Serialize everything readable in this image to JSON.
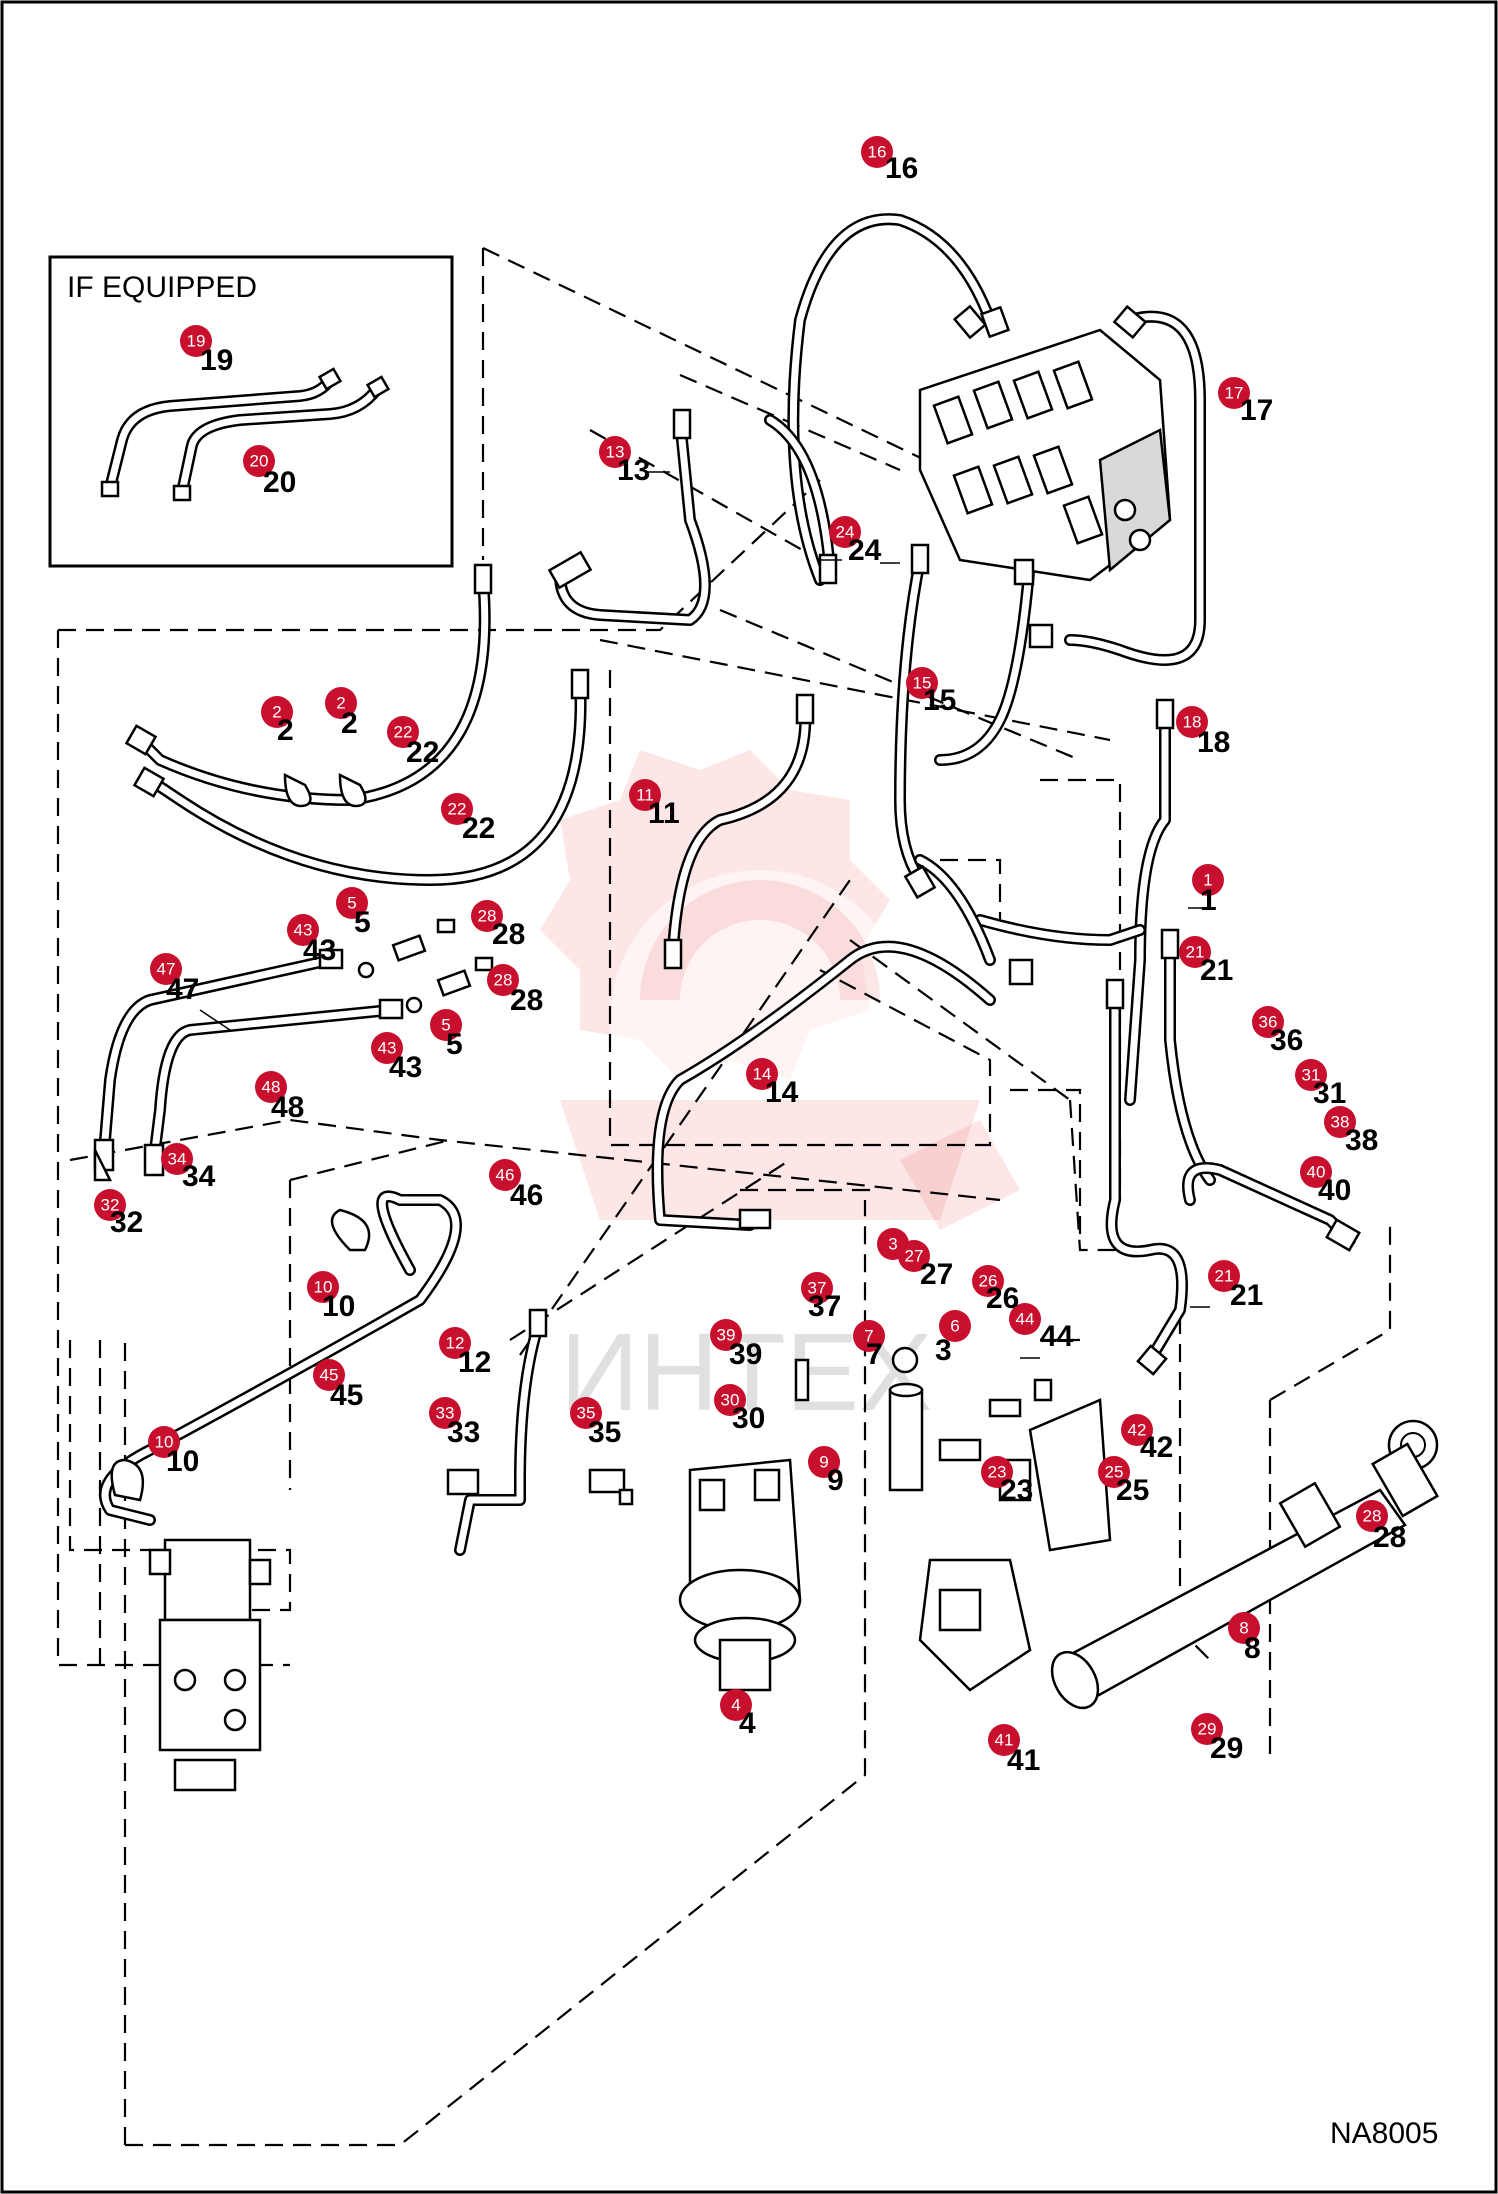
{
  "inset": {
    "title": "IF EQUIPPED"
  },
  "drawing_id": "NA8005",
  "watermark_text": "ИНТЕХ",
  "colors": {
    "badge": "#c8102e",
    "line": "#000000",
    "watermark": "#e53b3b"
  },
  "callouts": [
    {
      "n": "16"
    },
    {
      "n": "19"
    },
    {
      "n": "20"
    },
    {
      "n": "17"
    },
    {
      "n": "13"
    },
    {
      "n": "24"
    },
    {
      "n": "2"
    },
    {
      "n": "2"
    },
    {
      "n": "22"
    },
    {
      "n": "22"
    },
    {
      "n": "15"
    },
    {
      "n": "18"
    },
    {
      "n": "11"
    },
    {
      "n": "1"
    },
    {
      "n": "5"
    },
    {
      "n": "28"
    },
    {
      "n": "43"
    },
    {
      "n": "21"
    },
    {
      "n": "47"
    },
    {
      "n": "28"
    },
    {
      "n": "5"
    },
    {
      "n": "43"
    },
    {
      "n": "14"
    },
    {
      "n": "48"
    },
    {
      "n": "36"
    },
    {
      "n": "31"
    },
    {
      "n": "38"
    },
    {
      "n": "40"
    },
    {
      "n": "34"
    },
    {
      "n": "32"
    },
    {
      "n": "46"
    },
    {
      "n": "3"
    },
    {
      "n": "27"
    },
    {
      "n": "37"
    },
    {
      "n": "10"
    },
    {
      "n": "6"
    },
    {
      "n": "26"
    },
    {
      "n": "7"
    },
    {
      "n": "44"
    },
    {
      "n": "21"
    },
    {
      "n": "39"
    },
    {
      "n": "12"
    },
    {
      "n": "45"
    },
    {
      "n": "30"
    },
    {
      "n": "33"
    },
    {
      "n": "35"
    },
    {
      "n": "42"
    },
    {
      "n": "10"
    },
    {
      "n": "9"
    },
    {
      "n": "23"
    },
    {
      "n": "25"
    },
    {
      "n": "28"
    },
    {
      "n": "8"
    },
    {
      "n": "4"
    },
    {
      "n": "29"
    },
    {
      "n": "41"
    }
  ],
  "labels": [
    {
      "t": "16"
    },
    {
      "t": "19"
    },
    {
      "t": "20"
    },
    {
      "t": "17"
    },
    {
      "t": "13"
    },
    {
      "t": "24"
    },
    {
      "t": "2"
    },
    {
      "t": "2"
    },
    {
      "t": "22"
    },
    {
      "t": "22"
    },
    {
      "t": "15"
    },
    {
      "t": "18"
    },
    {
      "t": "11"
    },
    {
      "t": "1"
    },
    {
      "t": "5"
    },
    {
      "t": "28"
    },
    {
      "t": "43"
    },
    {
      "t": "21"
    },
    {
      "t": "47"
    },
    {
      "t": "28"
    },
    {
      "t": "5"
    },
    {
      "t": "43"
    },
    {
      "t": "14"
    },
    {
      "t": "48"
    },
    {
      "t": "36"
    },
    {
      "t": "31"
    },
    {
      "t": "38"
    },
    {
      "t": "40"
    },
    {
      "t": "34"
    },
    {
      "t": "32"
    },
    {
      "t": "46"
    },
    {
      "t": "27"
    },
    {
      "t": "37"
    },
    {
      "t": "10"
    },
    {
      "t": "26"
    },
    {
      "t": "7"
    },
    {
      "t": "3"
    },
    {
      "t": "44"
    },
    {
      "t": "21"
    },
    {
      "t": "39"
    },
    {
      "t": "12"
    },
    {
      "t": "45"
    },
    {
      "t": "30"
    },
    {
      "t": "33"
    },
    {
      "t": "35"
    },
    {
      "t": "42"
    },
    {
      "t": "10"
    },
    {
      "t": "9"
    },
    {
      "t": "23"
    },
    {
      "t": "25"
    },
    {
      "t": "28"
    },
    {
      "t": "8"
    },
    {
      "t": "4"
    },
    {
      "t": "29"
    },
    {
      "t": "41"
    }
  ]
}
